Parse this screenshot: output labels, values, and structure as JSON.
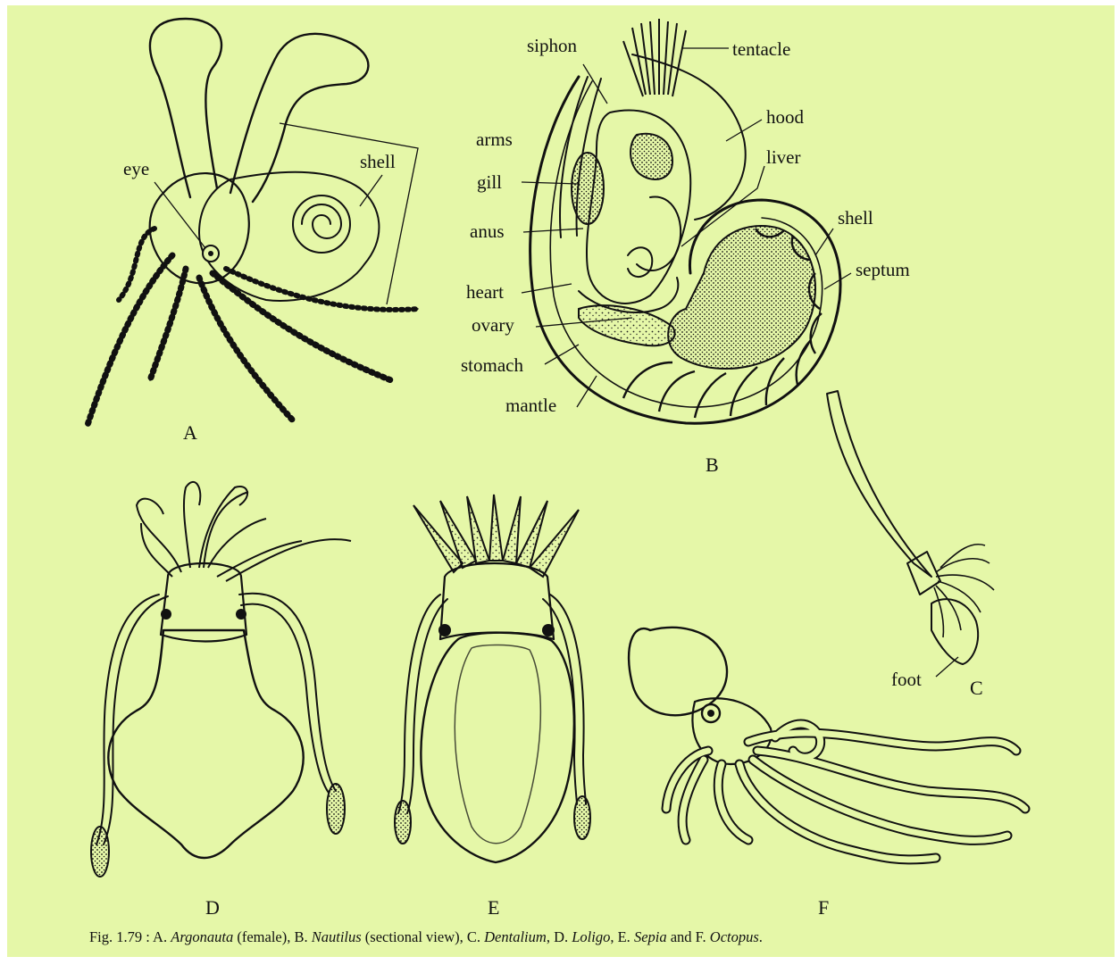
{
  "figure": {
    "panel_letters": {
      "a": "A",
      "b": "B",
      "c": "C",
      "d": "D",
      "e": "E",
      "f": "F"
    },
    "labels_a": {
      "eye": "eye",
      "shell": "shell"
    },
    "labels_b": {
      "siphon": "siphon",
      "tentacle": "tentacle",
      "hood": "hood",
      "arms": "arms",
      "liver": "liver",
      "gill": "gill",
      "anus": "anus",
      "shell": "shell",
      "septum": "septum",
      "heart": "heart",
      "ovary": "ovary",
      "stomach": "stomach",
      "mantle": "mantle"
    },
    "labels_c": {
      "foot": "foot"
    },
    "caption": {
      "prefix": "Fig. 1.79 : A. ",
      "a_name": "Argonauta",
      "a_note": " (female), B. ",
      "b_name": "Nautilus",
      "b_note": " (sectional view), C. ",
      "c_name": "Dentalium",
      "c_sep": ", D. ",
      "d_name": "Loligo",
      "d_sep": ", E. ",
      "e_name": "Sepia",
      "e_sep": " and F. ",
      "f_name": "Octopus",
      "suffix": "."
    }
  },
  "colors": {
    "background": "#e5f7a8",
    "ink": "#111111"
  }
}
